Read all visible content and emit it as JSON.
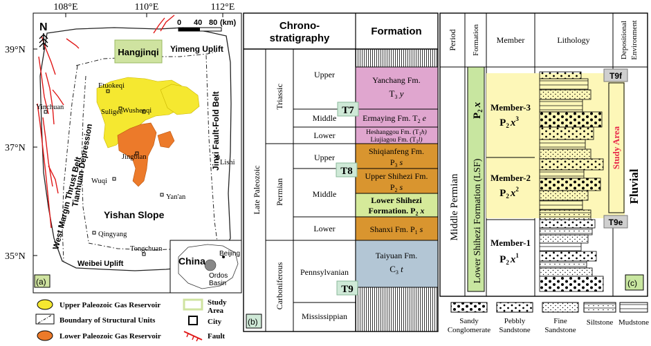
{
  "map": {
    "panel_label": "(a)",
    "lon_ticks": [
      "108°E",
      "110°E",
      "112°E"
    ],
    "lat_ticks": [
      "39°N",
      "37°N",
      "35°N"
    ],
    "north": "N",
    "scale": {
      "l0": "0",
      "l1": "40",
      "l2": "80",
      "unit": "(km)"
    },
    "places": {
      "hangjinqi": "Hangjinqi",
      "yimeng": "Yimeng Uplift",
      "etuokeqi": "Etuokeqi",
      "suligee": "Suligee",
      "wushenqi": "Wushenqi",
      "yinchuan": "Yinchuan",
      "jingbian": "Jingbian",
      "wuqi": "Wuqi",
      "yanan": "Yan'an",
      "lishi": "Lishi",
      "yishan": "Yishan Slope",
      "qingyang": "Qingyang",
      "tongchuan": "Tongchuan",
      "weibei": "Weibei Uplift",
      "jinxi": "Jinxi Fault-Fold Belt",
      "tianhuan": "Tianhuan Depression",
      "westmargin": "West Margin Thrust Belt",
      "china": "China",
      "beijing": "Beijing",
      "ordos1": "Ordos",
      "ordos2": "Basin"
    },
    "legend": {
      "upper": "Upper Paleozoic Gas Reservoir",
      "boundary": "Boundary of Structural Units",
      "lower": "Lower Paleozoic Gas Reservoir",
      "study1": "Study",
      "study2": "Area",
      "city": "City",
      "fault": "Fault"
    },
    "colors": {
      "upper_gas": "#f5e830",
      "lower_gas": "#ec7a2a",
      "study_area": "#cfe3a0",
      "fault": "#e01818"
    }
  },
  "chrono": {
    "panel_label": "(b)",
    "header_chrono_1": "Chrono-",
    "header_chrono_2": "stratigraphy",
    "header_formation": "Formation",
    "era": "Late Paleozoic",
    "periods": {
      "triassic": "Triassic",
      "permian": "Permian",
      "carboniferous": "Carboniferous"
    },
    "epochs": {
      "tri_upper": "Upper",
      "tri_middle": "Middle",
      "tri_lower": "Lower",
      "perm_upper": "Upper",
      "perm_middle": "Middle",
      "perm_lower": "Lower",
      "penn": "Pennsylvanian",
      "miss": "Mississippian"
    },
    "formations": {
      "yanchang_name": "Yanchang Fm.",
      "yanchang_sym": "T",
      "yanchang_sub": "3",
      "yanchang_it": " y",
      "ermaying_name": "Ermaying Fm. T",
      "ermaying_sub": "2",
      "ermaying_it": " e",
      "heshanggou": "Heshanggou Fm. (T",
      "heshanggou_sub": "1",
      "heshanggou_end": "h)",
      "liujiagou": "Liujiagou Fm. (T",
      "liujiagou_sub": "1",
      "liujiagou_end": "l)",
      "shiqianfeng_name": "Shiqianfeng Fm.",
      "shiqianfeng_sym": "P",
      "shiqianfeng_sub": "3",
      "shiqianfeng_it": " s",
      "upper_shihezi_name": "Upper Shihezi Fm.",
      "upper_shihezi_sym": "P",
      "upper_shihezi_sub": "2",
      "upper_shihezi_it": " s",
      "lower_shihezi_name": "Lower Shihezi",
      "lower_shihezi_2": "Formation. P",
      "lower_shihezi_sub": "2",
      "lower_shihezi_it": " x",
      "shanxi_name": "Shanxi Fm. P",
      "shanxi_sub": "1",
      "shanxi_it": " s",
      "taiyuan_name": "Taiyuan Fm.",
      "taiyuan_sym": "C",
      "taiyuan_sub": "3",
      "taiyuan_it": " t"
    },
    "markers": {
      "t7": "T7",
      "t8": "T8",
      "t9": "T9"
    },
    "colors": {
      "triassic": "#e0a6cf",
      "permian": "#d9952f",
      "lower_shihezi": "#d5ea9a",
      "carboniferous": "#b3c6d5",
      "marker": "#cfe9d7"
    }
  },
  "column": {
    "panel_label": "(c)",
    "headers": {
      "period": "Period",
      "formation": "Formation",
      "member": "Member",
      "lithology": "Lithology",
      "env1": "Depositional",
      "env2": "Environment"
    },
    "period": "Middle Permian",
    "formation_text": "Lower Shihezi Formation (LSF)",
    "formation_sym": "P",
    "formation_sub": "2",
    "formation_it": "x",
    "members": [
      {
        "name": "Member-3",
        "sym": "P",
        "sub": "2",
        "it": "x",
        "sup": "3"
      },
      {
        "name": "Member-2",
        "sym": "P",
        "sub": "2",
        "it": "x",
        "sup": "2"
      },
      {
        "name": "Member-1",
        "sym": "P",
        "sub": "2",
        "it": "x",
        "sup": "1"
      }
    ],
    "markers": {
      "top": "T9f",
      "bottom": "T9e"
    },
    "study_area": "Study Area",
    "environment": "Fluvial",
    "colors": {
      "highlight": "#fdf7b8",
      "formation": "#c8e6a0",
      "marker": "#cfcfcf",
      "study": "#e8284a"
    }
  },
  "lith_legend": {
    "sandy1": "Sandy",
    "sandy2": "Conglomerate",
    "pebbly1": "Pebbly",
    "pebbly2": "Sandstone",
    "fine1": "Fine",
    "fine2": "Sandstone",
    "silt": "Siltstone",
    "mud": "Mudstone"
  }
}
